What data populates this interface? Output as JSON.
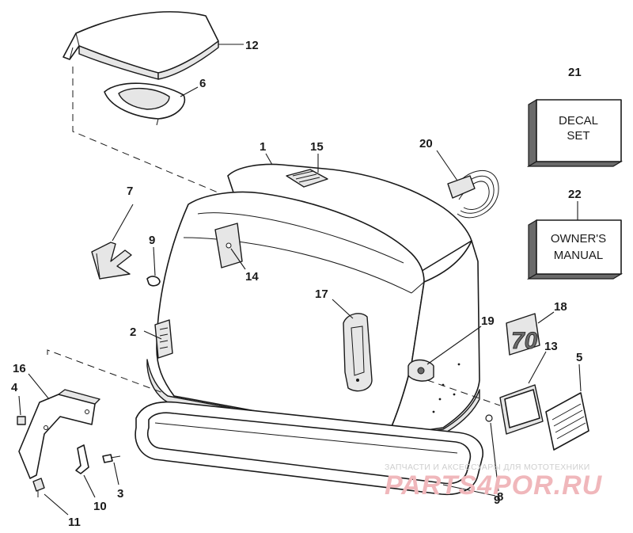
{
  "callouts": {
    "c1": "1",
    "c2": "2",
    "c3": "3",
    "c4": "4",
    "c5": "5",
    "c6": "6",
    "c7": "7",
    "c8": "8",
    "c9a": "9",
    "c9b": "9",
    "c10": "10",
    "c11": "11",
    "c12": "12",
    "c13": "13",
    "c14": "14",
    "c15": "15",
    "c16": "16",
    "c17": "17",
    "c18": "18",
    "c19": "19",
    "c20": "20",
    "c21": "21",
    "c22": "22"
  },
  "decal_set": {
    "line1": "DECAL",
    "line2": "SET"
  },
  "owners_manual": {
    "line1": "OWNER'S",
    "line2": "MANUAL"
  },
  "emblem_text": "70",
  "watermark": {
    "tagline": "ЗАПЧАСТИ И АКСЕССУАРЫ ДЛЯ МОТОТЕХНИКИ",
    "logo": "PARTS4POR.RU"
  },
  "colors": {
    "line": "#1a1a1a",
    "watermark_logo": "#f0b7bb",
    "watermark_text": "#cfcfcf"
  }
}
